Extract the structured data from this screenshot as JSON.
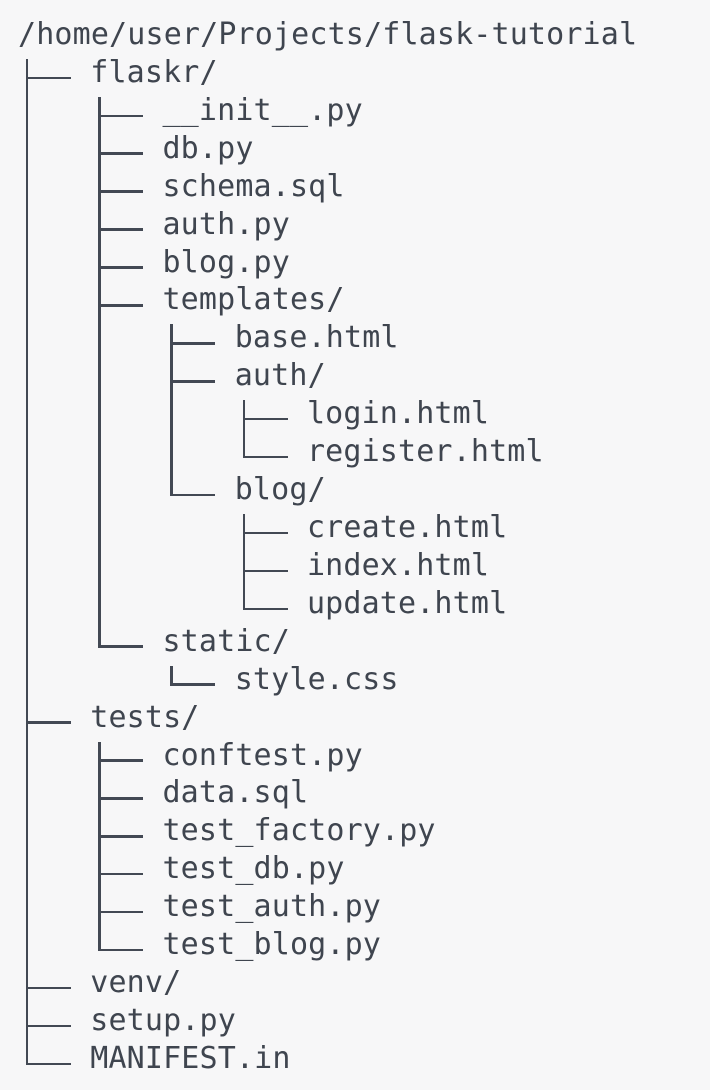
{
  "colors": {
    "background": "#f7f7f8",
    "text": "#3f454f",
    "tree_lines": "#434954"
  },
  "tree": {
    "root_path": "/home/user/Projects/flask-tutorial",
    "entries": [
      {
        "prefix": "├── ",
        "name": "flaskr/"
      },
      {
        "prefix": "│   ├── ",
        "name": "__init__.py"
      },
      {
        "prefix": "│   ├── ",
        "name": "db.py"
      },
      {
        "prefix": "│   ├── ",
        "name": "schema.sql"
      },
      {
        "prefix": "│   ├── ",
        "name": "auth.py"
      },
      {
        "prefix": "│   ├── ",
        "name": "blog.py"
      },
      {
        "prefix": "│   ├── ",
        "name": "templates/"
      },
      {
        "prefix": "│   │   ├── ",
        "name": "base.html"
      },
      {
        "prefix": "│   │   ├── ",
        "name": "auth/"
      },
      {
        "prefix": "│   │   │   ├── ",
        "name": "login.html"
      },
      {
        "prefix": "│   │   │   └── ",
        "name": "register.html"
      },
      {
        "prefix": "│   │   └── ",
        "name": "blog/"
      },
      {
        "prefix": "│   │       ├── ",
        "name": "create.html"
      },
      {
        "prefix": "│   │       ├── ",
        "name": "index.html"
      },
      {
        "prefix": "│   │       └── ",
        "name": "update.html"
      },
      {
        "prefix": "│   └── ",
        "name": "static/"
      },
      {
        "prefix": "│       └── ",
        "name": "style.css"
      },
      {
        "prefix": "├── ",
        "name": "tests/"
      },
      {
        "prefix": "│   ├── ",
        "name": "conftest.py"
      },
      {
        "prefix": "│   ├── ",
        "name": "data.sql"
      },
      {
        "prefix": "│   ├── ",
        "name": "test_factory.py"
      },
      {
        "prefix": "│   ├── ",
        "name": "test_db.py"
      },
      {
        "prefix": "│   ├── ",
        "name": "test_auth.py"
      },
      {
        "prefix": "│   └── ",
        "name": "test_blog.py"
      },
      {
        "prefix": "├── ",
        "name": "venv/"
      },
      {
        "prefix": "├── ",
        "name": "setup.py"
      },
      {
        "prefix": "└── ",
        "name": "MANIFEST.in"
      }
    ]
  }
}
